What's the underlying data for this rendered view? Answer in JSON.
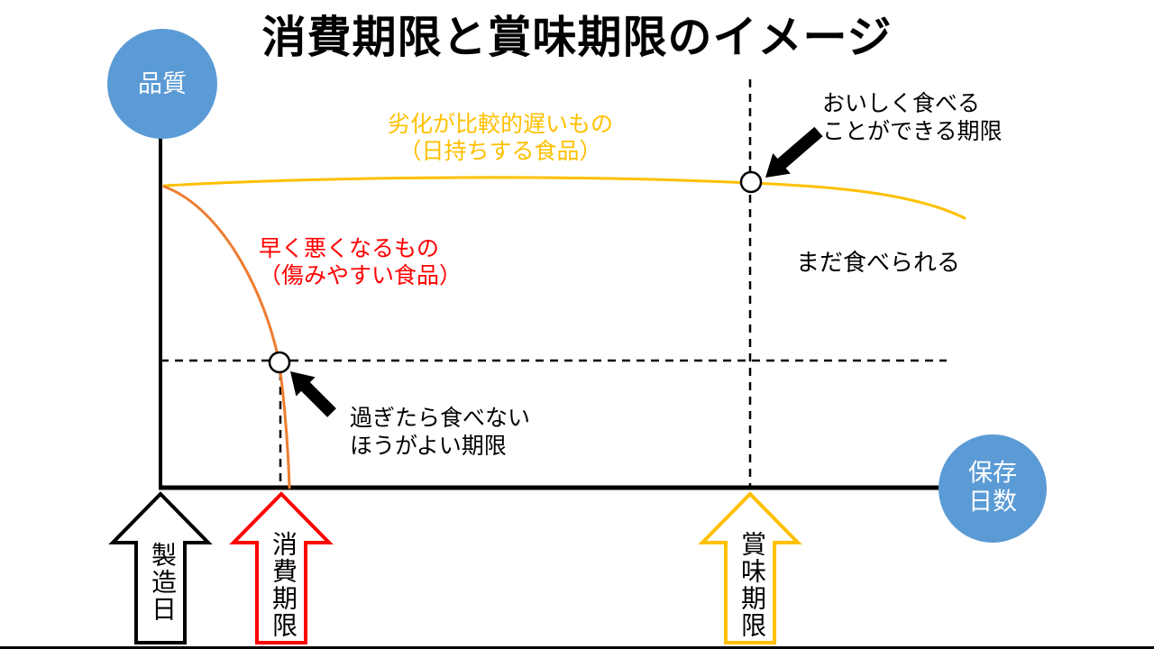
{
  "title": "消費期限と賞味期限のイメージ",
  "axes": {
    "y_label": "品質",
    "x_label": "保存\n日数"
  },
  "curves": {
    "slow": {
      "label": "劣化が比較的遅いもの\n（日持ちする食品）",
      "color": "#FFC000"
    },
    "fast": {
      "label": "早く悪くなるもの\n（傷みやすい食品）",
      "color": "#ED7D31"
    }
  },
  "annotations": {
    "best_before_note": "おいしく食べる\nことができる期限",
    "still_edible": "まだ食べられる",
    "use_by_note": "過ぎたら食べない\nほうがよい期限"
  },
  "timeline_arrows": [
    {
      "label": "製造日",
      "color": "#000000"
    },
    {
      "label": "消費期限",
      "color": "#FF0000"
    },
    {
      "label": "賞味期限",
      "color": "#FFC000"
    }
  ],
  "colors": {
    "axis": "#000000",
    "quality_circle": "#5B9BD5",
    "storage_circle": "#5B9BD5",
    "slow_curve": "#FFC000",
    "fast_curve": "#ED7D31",
    "use_by_red": "#FF0000",
    "best_by_gold": "#FFC000"
  }
}
